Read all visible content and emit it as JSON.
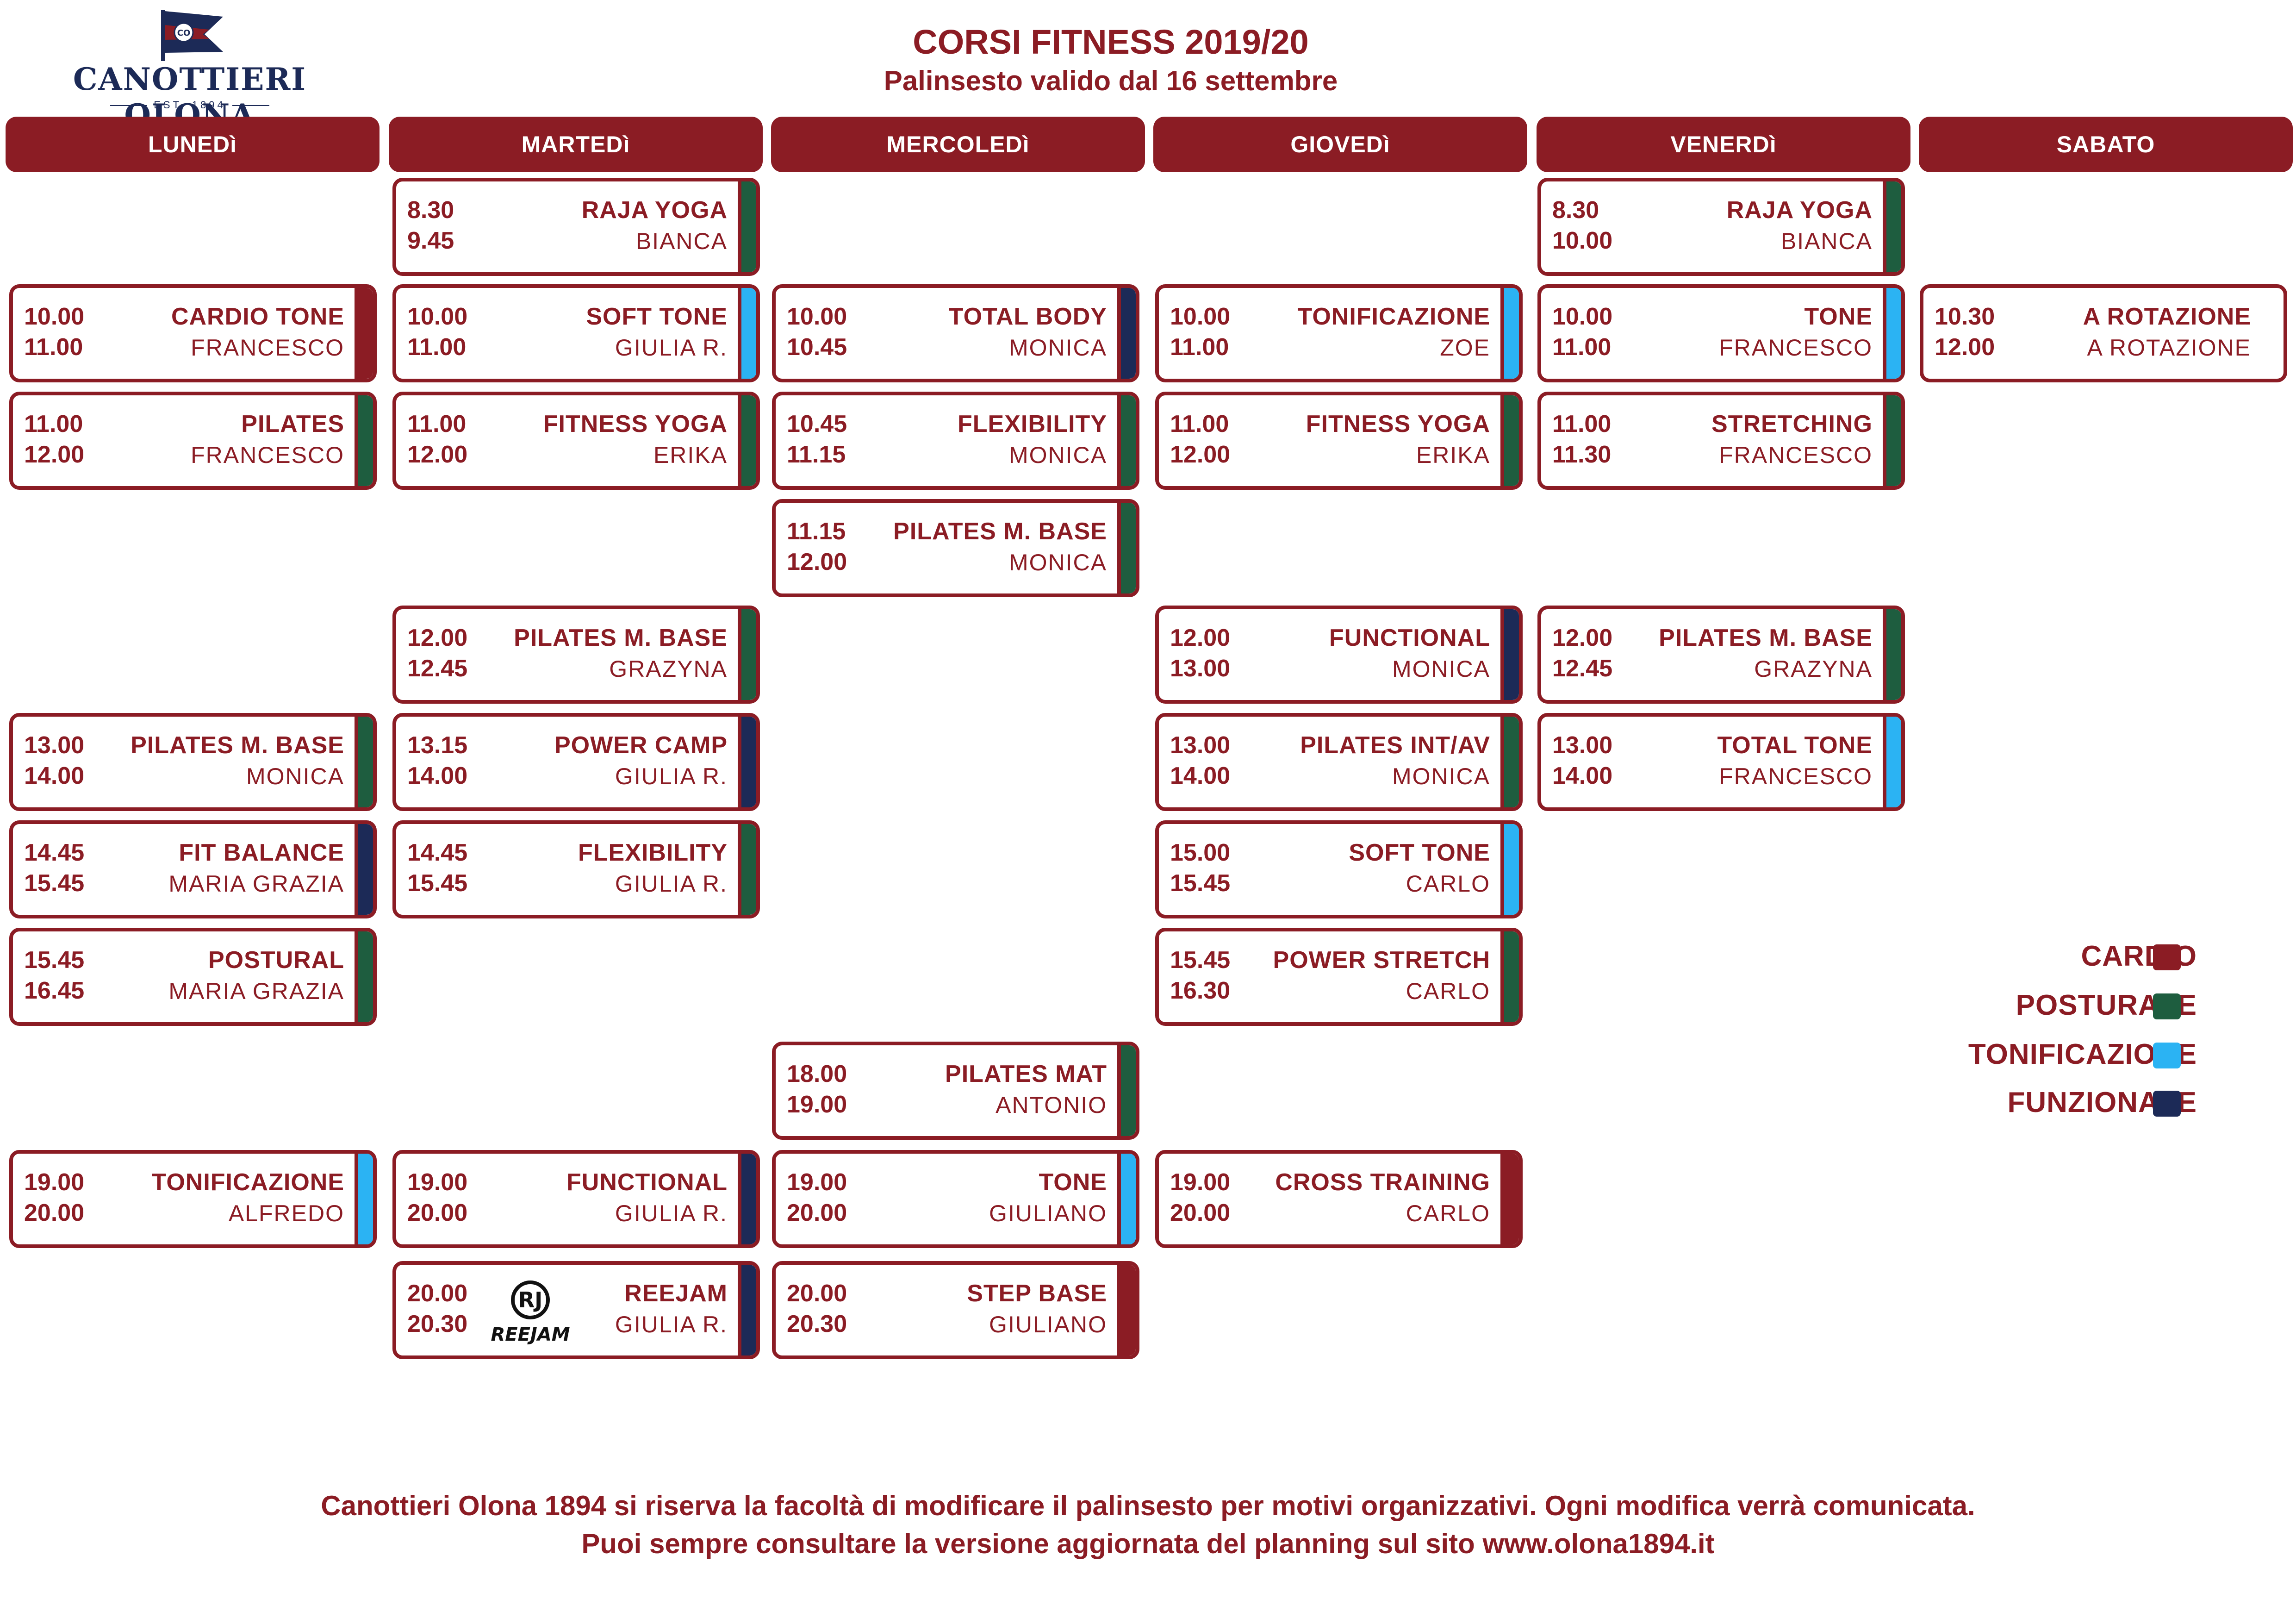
{
  "logo": {
    "name": "CANOTTIERI OLONA",
    "est": "EST. 1894",
    "flag_text": "CO"
  },
  "header": {
    "title": "CORSI FITNESS 2019/20",
    "subtitle": "Palinsesto valido dal 16 settembre"
  },
  "days": [
    "LUNEDì",
    "MARTEDì",
    "MERCOLEDì",
    "GIOVEDì",
    "VENERDì",
    "SABATO"
  ],
  "colors": {
    "cardio": "#8b1c24",
    "posturale": "#1e5d3f",
    "tonificazione": "#2bb3f3",
    "funzionale": "#1c2a57"
  },
  "classes": [
    {
      "day": 0,
      "row": 1,
      "start": "10.00",
      "end": "11.00",
      "name": "CARDIO TONE",
      "teacher": "FRANCESCO",
      "category": "cardio"
    },
    {
      "day": 0,
      "row": 2,
      "start": "11.00",
      "end": "12.00",
      "name": "PILATES",
      "teacher": "FRANCESCO",
      "category": "posturale"
    },
    {
      "day": 0,
      "row": 5,
      "start": "13.00",
      "end": "14.00",
      "name": "PILATES M. BASE",
      "teacher": "MONICA",
      "category": "posturale"
    },
    {
      "day": 0,
      "row": 6,
      "start": "14.45",
      "end": "15.45",
      "name": "FIT BALANCE",
      "teacher": "MARIA GRAZIA",
      "category": "funzionale"
    },
    {
      "day": 0,
      "row": 7,
      "start": "15.45",
      "end": "16.45",
      "name": "POSTURAL",
      "teacher": "MARIA GRAZIA",
      "category": "posturale"
    },
    {
      "day": 0,
      "row": 9,
      "start": "19.00",
      "end": "20.00",
      "name": "TONIFICAZIONE",
      "teacher": "ALFREDO",
      "category": "tonificazione"
    },
    {
      "day": 1,
      "row": 0,
      "start": "8.30",
      "end": "9.45",
      "name": "RAJA YOGA",
      "teacher": "BIANCA",
      "category": "posturale"
    },
    {
      "day": 1,
      "row": 1,
      "start": "10.00",
      "end": "11.00",
      "name": "SOFT TONE",
      "teacher": "GIULIA R.",
      "category": "tonificazione"
    },
    {
      "day": 1,
      "row": 2,
      "start": "11.00",
      "end": "12.00",
      "name": "FITNESS YOGA",
      "teacher": "ERIKA",
      "category": "posturale"
    },
    {
      "day": 1,
      "row": 4,
      "start": "12.00",
      "end": "12.45",
      "name": "PILATES M. BASE",
      "teacher": "GRAZYNA",
      "category": "posturale"
    },
    {
      "day": 1,
      "row": 5,
      "start": "13.15",
      "end": "14.00",
      "name": "POWER CAMP",
      "teacher": "GIULIA R.",
      "category": "funzionale"
    },
    {
      "day": 1,
      "row": 6,
      "start": "14.45",
      "end": "15.45",
      "name": "FLEXIBILITY",
      "teacher": "GIULIA R.",
      "category": "posturale"
    },
    {
      "day": 1,
      "row": 9,
      "start": "19.00",
      "end": "20.00",
      "name": "FUNCTIONAL",
      "teacher": "GIULIA R.",
      "category": "funzionale"
    },
    {
      "day": 1,
      "row": 10,
      "start": "20.00",
      "end": "20.30",
      "name": "REEJAM",
      "teacher": "GIULIA R.",
      "category": "funzionale",
      "logo": "REEJAM"
    },
    {
      "day": 2,
      "row": 1,
      "start": "10.00",
      "end": "10.45",
      "name": "TOTAL BODY",
      "teacher": "MONICA",
      "category": "funzionale"
    },
    {
      "day": 2,
      "row": 2,
      "start": "10.45",
      "end": "11.15",
      "name": "FLEXIBILITY",
      "teacher": "MONICA",
      "category": "posturale"
    },
    {
      "day": 2,
      "row": 3,
      "start": "11.15",
      "end": "12.00",
      "name": "PILATES M. BASE",
      "teacher": "MONICA",
      "category": "posturale"
    },
    {
      "day": 2,
      "row": 8,
      "start": "18.00",
      "end": "19.00",
      "name": "PILATES MAT",
      "teacher": "ANTONIO",
      "category": "posturale"
    },
    {
      "day": 2,
      "row": 9,
      "start": "19.00",
      "end": "20.00",
      "name": "TONE",
      "teacher": "GIULIANO",
      "category": "tonificazione"
    },
    {
      "day": 2,
      "row": 10,
      "start": "20.00",
      "end": "20.30",
      "name": "STEP BASE",
      "teacher": "GIULIANO",
      "category": "cardio"
    },
    {
      "day": 3,
      "row": 1,
      "start": "10.00",
      "end": "11.00",
      "name": "TONIFICAZIONE",
      "teacher": "ZOE",
      "category": "tonificazione"
    },
    {
      "day": 3,
      "row": 2,
      "start": "11.00",
      "end": "12.00",
      "name": "FITNESS YOGA",
      "teacher": "ERIKA",
      "category": "posturale"
    },
    {
      "day": 3,
      "row": 4,
      "start": "12.00",
      "end": "13.00",
      "name": "FUNCTIONAL",
      "teacher": "MONICA",
      "category": "funzionale"
    },
    {
      "day": 3,
      "row": 5,
      "start": "13.00",
      "end": "14.00",
      "name": "PILATES INT/AV",
      "teacher": "MONICA",
      "category": "posturale"
    },
    {
      "day": 3,
      "row": 6,
      "start": "15.00",
      "end": "15.45",
      "name": "SOFT TONE",
      "teacher": "CARLO",
      "category": "tonificazione"
    },
    {
      "day": 3,
      "row": 7,
      "start": "15.45",
      "end": "16.30",
      "name": "POWER STRETCH",
      "teacher": "CARLO",
      "category": "posturale"
    },
    {
      "day": 3,
      "row": 9,
      "start": "19.00",
      "end": "20.00",
      "name": "CROSS TRAINING",
      "teacher": "CARLO",
      "category": "cardio"
    },
    {
      "day": 4,
      "row": 0,
      "start": "8.30",
      "end": "10.00",
      "name": "RAJA YOGA",
      "teacher": "BIANCA",
      "category": "posturale"
    },
    {
      "day": 4,
      "row": 1,
      "start": "10.00",
      "end": "11.00",
      "name": "TONE",
      "teacher": "FRANCESCO",
      "category": "tonificazione"
    },
    {
      "day": 4,
      "row": 2,
      "start": "11.00",
      "end": "11.30",
      "name": "STRETCHING",
      "teacher": "FRANCESCO",
      "category": "posturale"
    },
    {
      "day": 4,
      "row": 4,
      "start": "12.00",
      "end": "12.45",
      "name": "PILATES M. BASE",
      "teacher": "GRAZYNA",
      "category": "posturale"
    },
    {
      "day": 4,
      "row": 5,
      "start": "13.00",
      "end": "14.00",
      "name": "TOTAL TONE",
      "teacher": "FRANCESCO",
      "category": "tonificazione"
    },
    {
      "day": 5,
      "row": 1,
      "start": "10.30",
      "end": "12.00",
      "name": "A ROTAZIONE",
      "teacher": "A ROTAZIONE",
      "category": "none"
    }
  ],
  "legend": [
    {
      "label": "CARDIO",
      "category": "cardio"
    },
    {
      "label": "POSTURALE",
      "category": "posturale"
    },
    {
      "label": "TONIFICAZIONE",
      "category": "tonificazione"
    },
    {
      "label": "FUNZIONALE",
      "category": "funzionale"
    }
  ],
  "footer": {
    "line1": "Canottieri Olona 1894 si riserva la facoltà di modificare il palinsesto per motivi organizzativi. Ogni modifica verrà comunicata.",
    "line2": "Puoi sempre consultare la versione aggiornata del planning sul sito www.olona1894.it"
  }
}
